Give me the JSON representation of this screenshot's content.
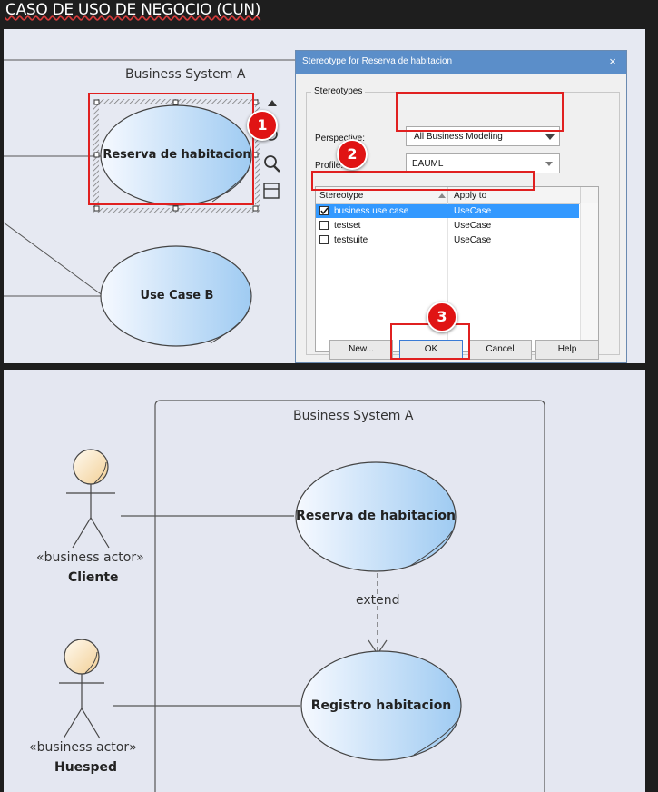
{
  "title": "CASO DE USO DE NEGOCIO  (CUN)",
  "top_panel": {
    "boundary_label": "Business System A",
    "usecase_selected": "Reserva de habitacion",
    "usecase_b": "Use Case B",
    "badges": [
      "1",
      "2",
      "3"
    ],
    "dialog": {
      "title": "Stereotype for Reserva de habitacion",
      "close": "×",
      "group_label": "Stereotypes",
      "perspective_label": "Perspective:",
      "perspective_value": "All Business Modeling",
      "profile_label": "Profile:",
      "profile_value": "EAUML",
      "columns": [
        "Stereotype",
        "Apply to"
      ],
      "rows": [
        {
          "name": "business use case",
          "apply_to": "UseCase",
          "checked": true,
          "selected": true
        },
        {
          "name": "testset",
          "apply_to": "UseCase",
          "checked": false,
          "selected": false
        },
        {
          "name": "testsuite",
          "apply_to": "UseCase",
          "checked": false,
          "selected": false
        }
      ],
      "buttons": {
        "new": "New...",
        "ok": "OK",
        "cancel": "Cancel",
        "help": "Help"
      }
    }
  },
  "bottom_panel": {
    "boundary_label": "Business System A",
    "actors": [
      {
        "stereotype": "«business actor»",
        "name": "Cliente"
      },
      {
        "stereotype": "«business actor»",
        "name": "Huesped"
      }
    ],
    "usecases": [
      "Reserva de habitacion",
      "Registro habitacion"
    ],
    "relation_label": "extend"
  },
  "colors": {
    "highlight_red": "#e02020",
    "selection_blue": "#3399ff",
    "titlebar": "#5b8ec9"
  }
}
